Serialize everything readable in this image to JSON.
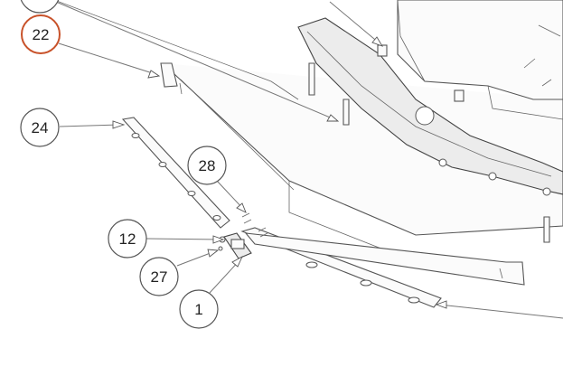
{
  "callouts": [
    {
      "id": "22",
      "label": "22",
      "highlighted": true
    },
    {
      "id": "24",
      "label": "24",
      "highlighted": false
    },
    {
      "id": "28",
      "label": "28",
      "highlighted": false
    },
    {
      "id": "12",
      "label": "12",
      "highlighted": false
    },
    {
      "id": "27",
      "label": "27",
      "highlighted": false
    },
    {
      "id": "1",
      "label": "1",
      "highlighted": false
    }
  ],
  "colors": {
    "highlight": "#c8522a",
    "normal": "#555555",
    "line": "#666666"
  }
}
